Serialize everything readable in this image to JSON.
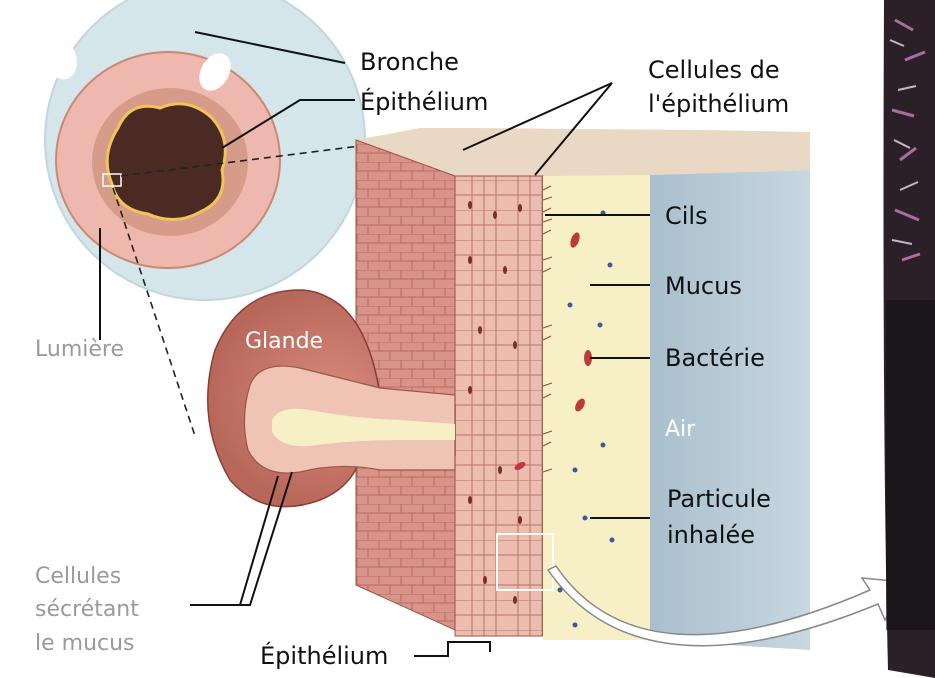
{
  "labels": {
    "bronche": "Bronche",
    "epithelium_top": "Épithélium",
    "cellules_epithelium_1": "Cellules de",
    "cellules_epithelium_2": "l'épithélium",
    "cils": "Cils",
    "mucus": "Mucus",
    "bacterie": "Bactérie",
    "air": "Air",
    "particule_1": "Particule",
    "particule_2": "inhalée",
    "glande": "Glande",
    "lumiere": "Lumière",
    "secretant_1": "Cellules",
    "secretant_2": "sécrétant",
    "secretant_3": "le mucus",
    "epithelium_bottom": "Épithélium"
  },
  "colors": {
    "tissue": "#d99a8c",
    "tissue_dark": "#a8584a",
    "cells": "#f0c4b4",
    "nucleus": "#7a2e28",
    "mucus": "#f7efc6",
    "air": "#b8ccd8",
    "bronche_circle": "#d4e6ea",
    "photo": "#2b2028"
  }
}
